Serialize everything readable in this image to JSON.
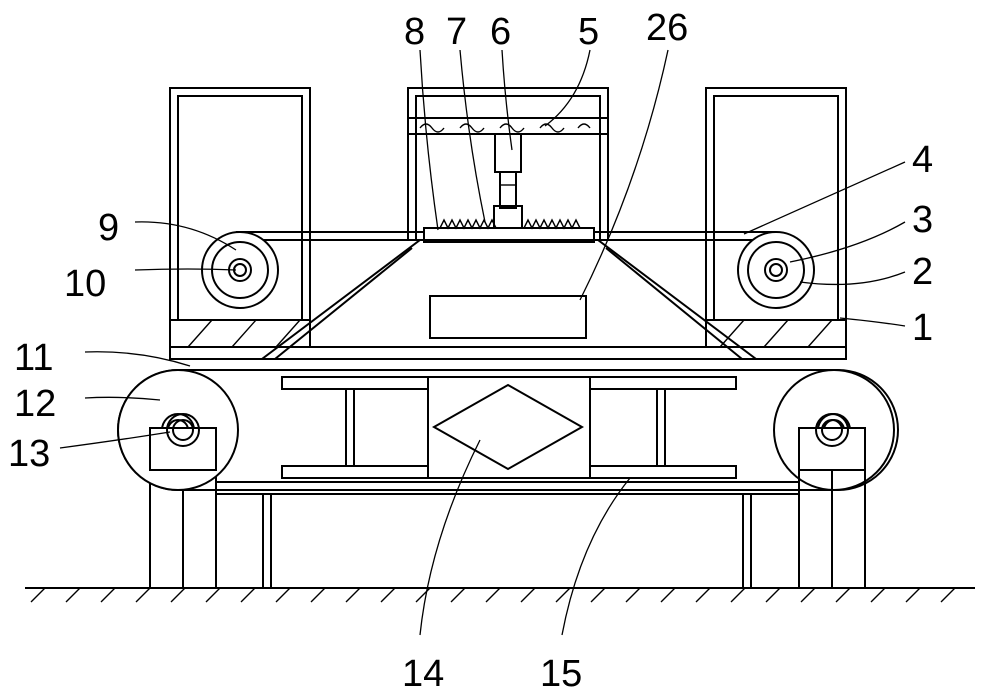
{
  "labels": {
    "l1": "1",
    "l2": "2",
    "l3": "3",
    "l4": "4",
    "l5": "5",
    "l6": "6",
    "l7": "7",
    "l8": "8",
    "l9": "9",
    "l10": "10",
    "l11": "11",
    "l12": "12",
    "l13": "13",
    "l14": "14",
    "l15": "15",
    "l26": "26"
  }
}
